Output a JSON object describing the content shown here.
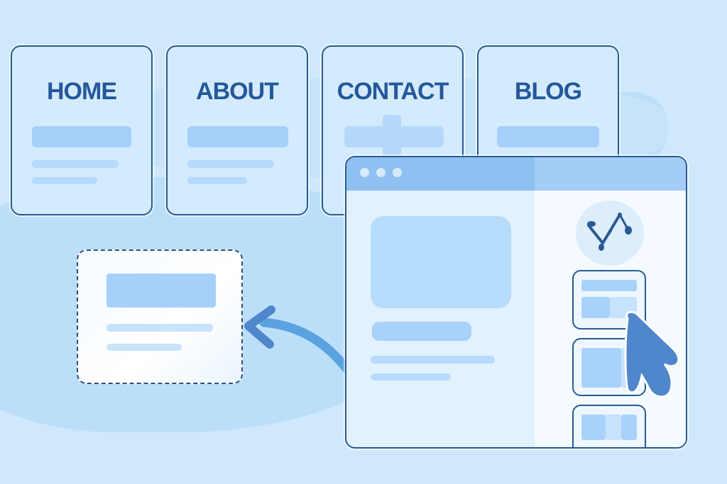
{
  "nav_cards": [
    {
      "label": "HOME"
    },
    {
      "label": "ABOUT"
    },
    {
      "label": "CONTACT"
    },
    {
      "label": "BLOG"
    }
  ],
  "browser_window": {
    "window_controls": [
      "dot",
      "dot",
      "dot"
    ],
    "side_panel_icon": "tools-icon",
    "thumbnails_count": 3
  },
  "drop_target": {
    "style": "dashed"
  },
  "icons": {
    "drag_arrow": "curved-arrow-left-icon",
    "cursor": "mouse-pointer-icon",
    "tools": "tools-icon"
  },
  "colors": {
    "background": "#cfe8fb",
    "outline": "#2a5a92",
    "heading_text": "#25589a",
    "placeholder_bar": "#a6d0fa",
    "accent_arrow": "#5aa3e0",
    "cursor": "#4f86cc"
  }
}
